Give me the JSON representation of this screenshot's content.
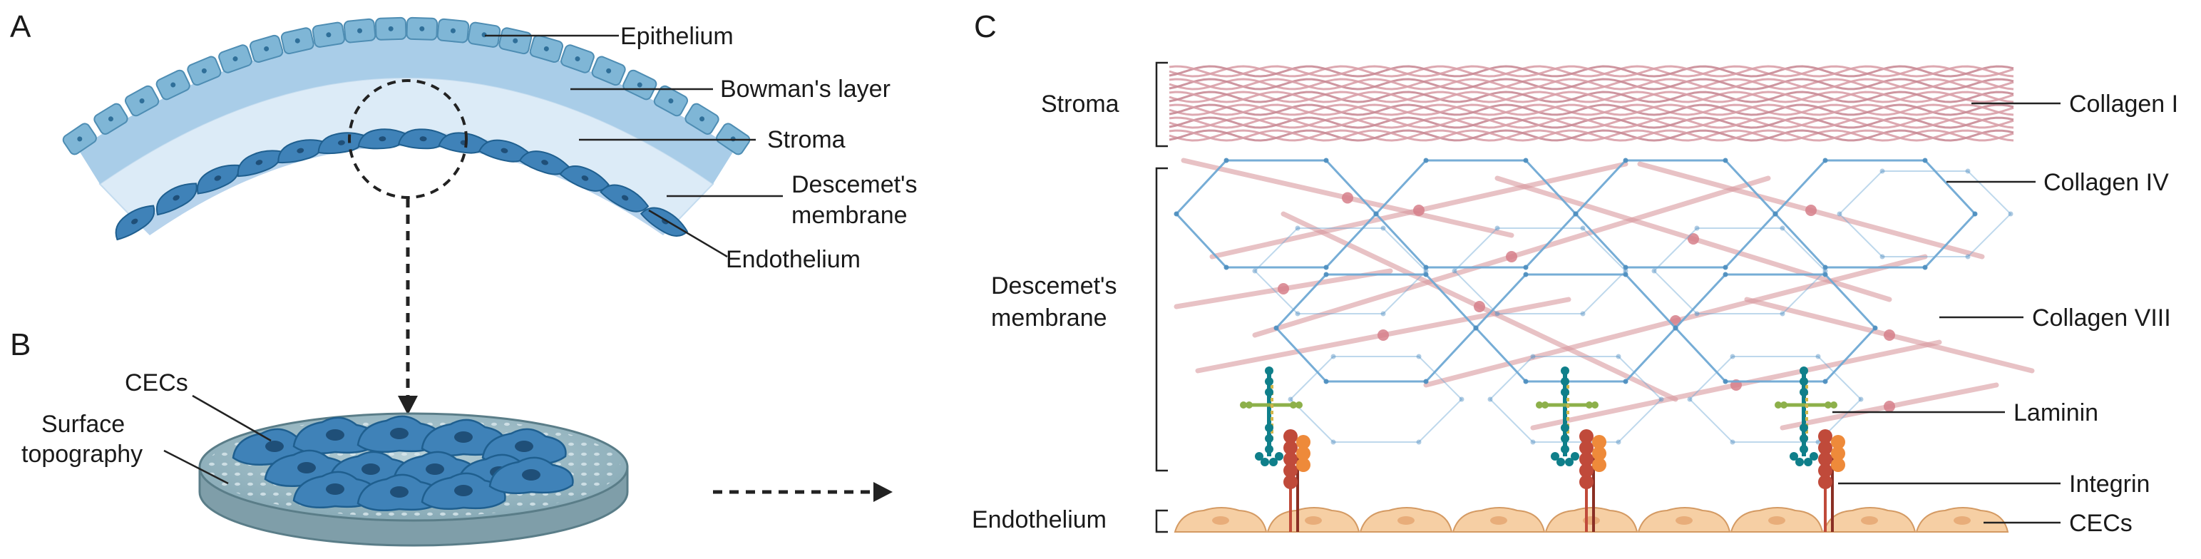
{
  "panels": {
    "a": "A",
    "b": "B",
    "c": "C"
  },
  "cornea_labels": {
    "epithelium": "Epithelium",
    "bowmans_layer": "Bowman's layer",
    "stroma": "Stroma",
    "descemets_line1": "Descemet's",
    "descemets_line2": "membrane",
    "endothelium": "Endothelium"
  },
  "culture_labels": {
    "cecs": "CECs",
    "surface_line1": "Surface",
    "surface_line2": "topography"
  },
  "matrix_labels": {
    "stroma": "Stroma",
    "descemets_line1": "Descemet's",
    "descemets_line2": "membrane",
    "endothelium": "Endothelium",
    "collagen_i": "Collagen I",
    "collagen_iv": "Collagen IV",
    "collagen_viii": "Collagen VIII",
    "laminin": "Laminin",
    "integrin": "Integrin",
    "cecs": "CECs"
  },
  "colors": {
    "epithelium": "#7fb6d6",
    "bowman": "#a9cde8",
    "stroma_band": "#d6e8f6",
    "descemet_band": "#b9d5ee",
    "endothelium_cell": "#3f82b8",
    "collagen_i": "#d9a0a8",
    "collagen_iv": "#6fa9d4",
    "collagen_viii": "#d99aa0",
    "laminin": "#0f7f8a",
    "integrin": "#c04a3a",
    "cec": "#f6cfa4",
    "dish": "#8fb3bf"
  }
}
